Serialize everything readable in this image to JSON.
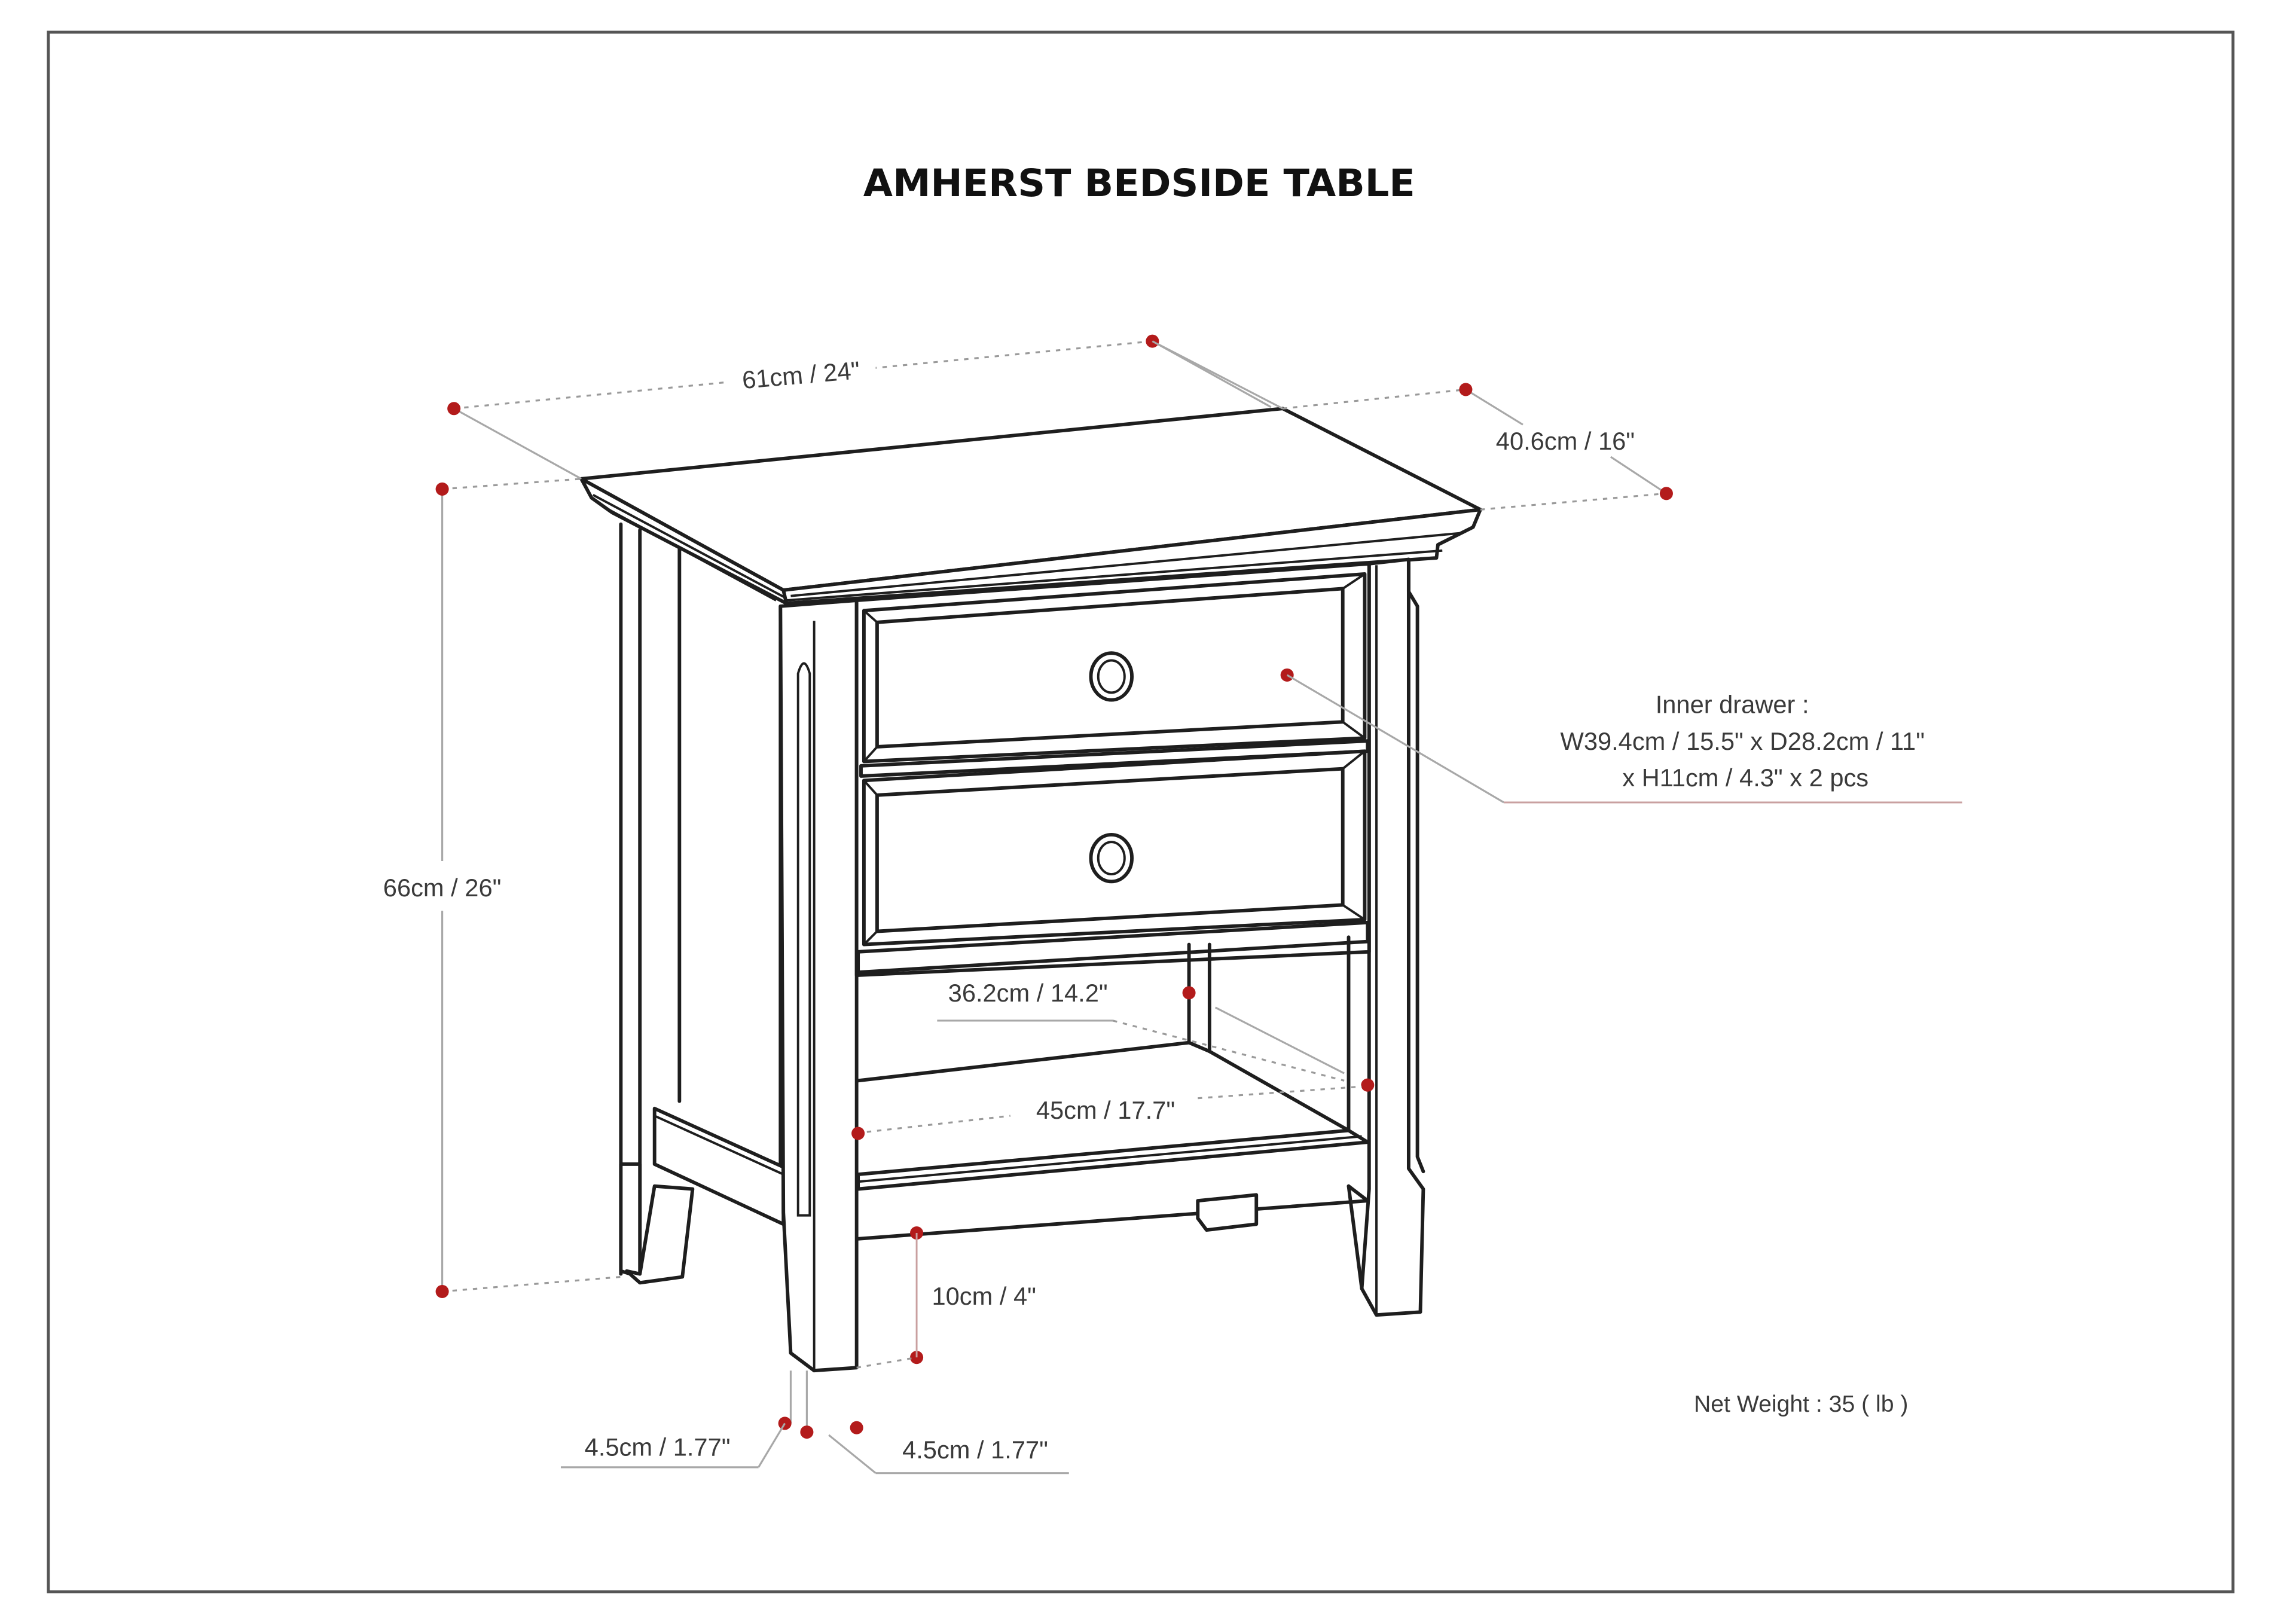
{
  "title": "AMHERST BEDSIDE TABLE",
  "colors": {
    "frame": "#555555",
    "line": "#1e1e1e",
    "marker": "#b31b1b",
    "dimension_line": "#9a9a9a",
    "label_text": "#3a3a3a"
  },
  "dimensions": {
    "width": "61cm / 24\"",
    "depth": "40.6cm / 16\"",
    "height": "66cm / 26\"",
    "shelf_depth": "36.2cm / 14.2\"",
    "shelf_width": "45cm / 17.7\"",
    "leg_clearance": "10cm / 4\"",
    "leg_width_left": "4.5cm / 1.77\"",
    "leg_width_right": "4.5cm / 1.77\""
  },
  "inner_drawer": {
    "heading": "Inner drawer :",
    "line1": "W39.4cm / 15.5\" x D28.2cm / 11\"",
    "line2": "x H11cm / 4.3\" x 2 pcs"
  },
  "net_weight": "Net Weight : 35 ( lb )",
  "drawers": [
    {
      "name": "upper-drawer",
      "knob": "round-knob"
    },
    {
      "name": "lower-drawer",
      "knob": "round-knob"
    }
  ]
}
